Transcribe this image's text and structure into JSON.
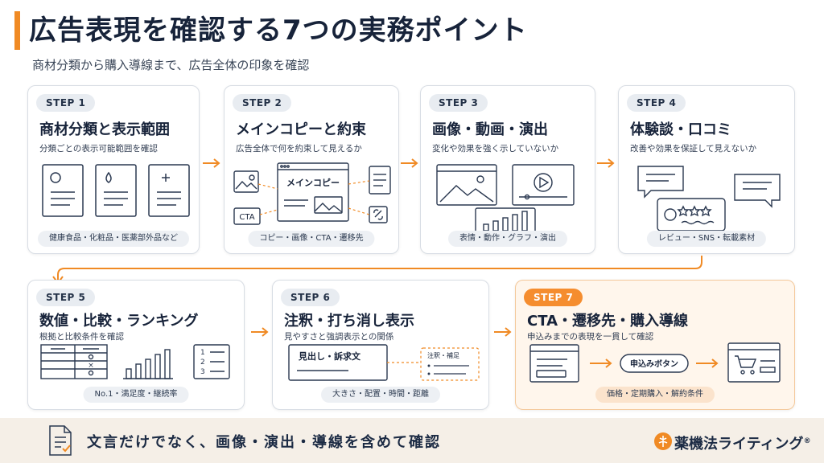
{
  "header": {
    "title": "広告表現を確認する7つの実務ポイント",
    "subtitle": "商材分類から購入導線まで、広告全体の印象を確認"
  },
  "steps": [
    {
      "step": "STEP 1",
      "title": "商材分類と表示範囲",
      "desc": "分類ごとの表示可能範囲を確認",
      "pill": "健康食品・化粧品・医薬部外品など"
    },
    {
      "step": "STEP 2",
      "title": "メインコピーと約束",
      "desc": "広告全体で何を約束して見えるか",
      "pill": "コピー・画像・CTA・遷移先",
      "labels": {
        "main_copy": "メインコピー",
        "cta": "CTA"
      }
    },
    {
      "step": "STEP 3",
      "title": "画像・動画・演出",
      "desc": "変化や効果を強く示していないか",
      "pill": "表情・動作・グラフ・演出"
    },
    {
      "step": "STEP 4",
      "title": "体験談・口コミ",
      "desc": "改善や効果を保証して見えないか",
      "pill": "レビュー・SNS・転載素材"
    },
    {
      "step": "STEP 5",
      "title": "数値・比較・ランキング",
      "desc": "根拠と比較条件を確認",
      "pill": "No.1・満足度・継続率",
      "labels": {
        "x_mark": "×",
        "list": [
          "1",
          "2",
          "3"
        ]
      }
    },
    {
      "step": "STEP 6",
      "title": "注釈・打ち消し表示",
      "desc": "見やすさと強調表示との関係",
      "pill": "大きさ・配置・時間・距離",
      "labels": {
        "headline": "見出し・訴求文",
        "note": "注釈・補足"
      }
    },
    {
      "step": "STEP 7",
      "title": "CTA・遷移先・購入導線",
      "desc": "申込みまでの表現を一貫して確認",
      "pill": "価格・定期購入・解約条件",
      "labels": {
        "button": "申込みボタン"
      }
    }
  ],
  "footer": {
    "message": "文言だけでなく、画像・演出・導線を含めて確認",
    "brand": "薬機法ライティング",
    "brand_mark": "®"
  },
  "colors": {
    "accent": "#f08a24",
    "text": "#17233a",
    "card_border": "#d8dde4",
    "highlight_bg": "#fff6ec"
  },
  "icons": [
    "document-icon",
    "image-icon",
    "link-icon",
    "browser-icon",
    "video-play-icon",
    "bar-chart-icon",
    "speech-bubble-icon",
    "avatar-icon",
    "star-icon",
    "table-icon",
    "numbered-list-icon",
    "cart-icon",
    "checklist-document-icon",
    "brand-logo-icon"
  ]
}
